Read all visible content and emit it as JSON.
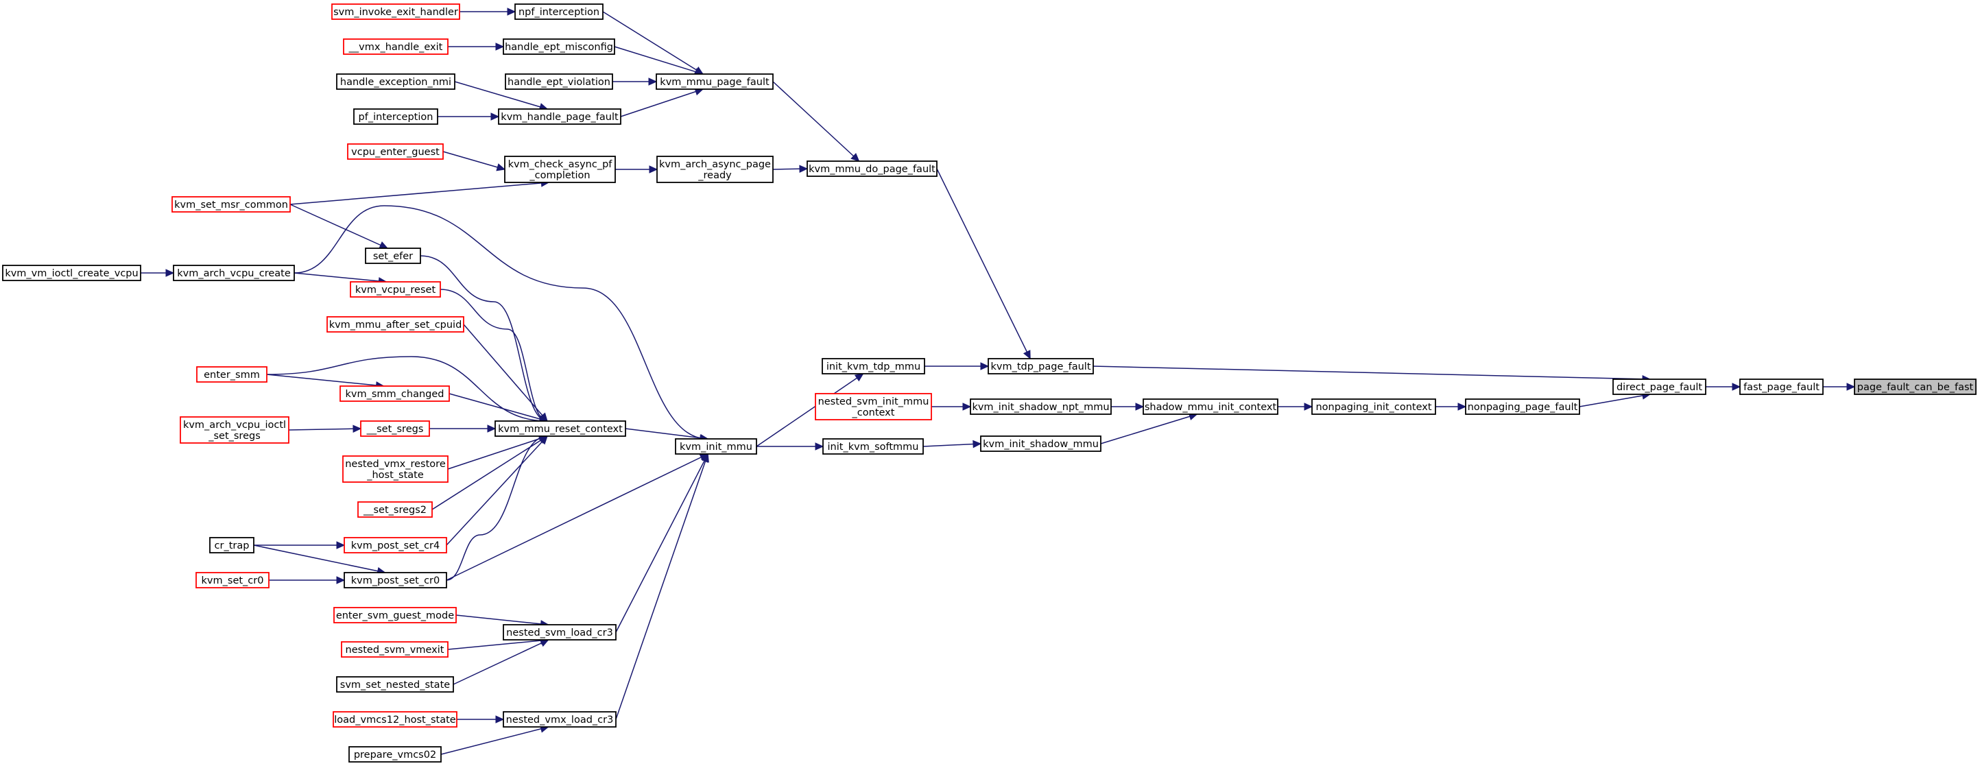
{
  "colors": {
    "edge": "#191970",
    "link_border": "#000000",
    "truncated_border": "#ff0000",
    "focus_fill": "#bfbfbf"
  },
  "nodes": {
    "svm_invoke_exit_handler": [
      "svm_invoke_exit_handler"
    ],
    "npf_interception": [
      "npf_interception"
    ],
    "vmx_handle_exit": [
      "__vmx_handle_exit"
    ],
    "handle_ept_misconfig": [
      "handle_ept_misconfig"
    ],
    "handle_exception_nmi": [
      "handle_exception_nmi"
    ],
    "handle_ept_violation": [
      "handle_ept_violation"
    ],
    "kvm_mmu_page_fault": [
      "kvm_mmu_page_fault"
    ],
    "pf_interception": [
      "pf_interception"
    ],
    "kvm_handle_page_fault": [
      "kvm_handle_page_fault"
    ],
    "vcpu_enter_guest": [
      "vcpu_enter_guest"
    ],
    "kvm_check_async_pf_completion": [
      "kvm_check_async_pf",
      "_completion"
    ],
    "kvm_arch_async_page_ready": [
      "kvm_arch_async_page",
      "_ready"
    ],
    "kvm_mmu_do_page_fault": [
      "kvm_mmu_do_page_fault"
    ],
    "kvm_set_msr_common": [
      "kvm_set_msr_common"
    ],
    "set_efer": [
      "set_efer"
    ],
    "kvm_vm_ioctl_create_vcpu": [
      "kvm_vm_ioctl_create_vcpu"
    ],
    "kvm_arch_vcpu_create": [
      "kvm_arch_vcpu_create"
    ],
    "kvm_vcpu_reset": [
      "kvm_vcpu_reset"
    ],
    "kvm_mmu_after_set_cpuid": [
      "kvm_mmu_after_set_cpuid"
    ],
    "enter_smm": [
      "enter_smm"
    ],
    "kvm_smm_changed": [
      "kvm_smm_changed"
    ],
    "kvm_arch_vcpu_ioctl_set_sregs": [
      "kvm_arch_vcpu_ioctl",
      "_set_sregs"
    ],
    "set_sregs": [
      "__set_sregs"
    ],
    "kvm_mmu_reset_context": [
      "kvm_mmu_reset_context"
    ],
    "nested_vmx_restore_host_state": [
      "nested_vmx_restore",
      "_host_state"
    ],
    "set_sregs2": [
      "__set_sregs2"
    ],
    "cr_trap": [
      "cr_trap"
    ],
    "kvm_post_set_cr4": [
      "kvm_post_set_cr4"
    ],
    "kvm_set_cr0": [
      "kvm_set_cr0"
    ],
    "kvm_post_set_cr0": [
      "kvm_post_set_cr0"
    ],
    "enter_svm_guest_mode": [
      "enter_svm_guest_mode"
    ],
    "nested_svm_vmexit": [
      "nested_svm_vmexit"
    ],
    "nested_svm_load_cr3": [
      "nested_svm_load_cr3"
    ],
    "svm_set_nested_state": [
      "svm_set_nested_state"
    ],
    "load_vmcs12_host_state": [
      "load_vmcs12_host_state"
    ],
    "nested_vmx_load_cr3": [
      "nested_vmx_load_cr3"
    ],
    "prepare_vmcs02": [
      "prepare_vmcs02"
    ],
    "kvm_init_mmu": [
      "kvm_init_mmu"
    ],
    "init_kvm_tdp_mmu": [
      "init_kvm_tdp_mmu"
    ],
    "kvm_tdp_page_fault": [
      "kvm_tdp_page_fault"
    ],
    "nested_svm_init_mmu_context": [
      "nested_svm_init_mmu",
      "_context"
    ],
    "kvm_init_shadow_npt_mmu": [
      "kvm_init_shadow_npt_mmu"
    ],
    "init_kvm_softmmu": [
      "init_kvm_softmmu"
    ],
    "kvm_init_shadow_mmu": [
      "kvm_init_shadow_mmu"
    ],
    "shadow_mmu_init_context": [
      "shadow_mmu_init_context"
    ],
    "nonpaging_init_context": [
      "nonpaging_init_context"
    ],
    "nonpaging_page_fault": [
      "nonpaging_page_fault"
    ],
    "direct_page_fault": [
      "direct_page_fault"
    ],
    "fast_page_fault": [
      "fast_page_fault"
    ],
    "page_fault_can_be_fast": [
      "page_fault_can_be_fast"
    ]
  },
  "edges": [
    [
      "svm_invoke_exit_handler",
      "npf_interception"
    ],
    [
      "npf_interception",
      "kvm_mmu_page_fault"
    ],
    [
      "vmx_handle_exit",
      "handle_ept_misconfig"
    ],
    [
      "handle_ept_misconfig",
      "kvm_mmu_page_fault"
    ],
    [
      "handle_ept_violation",
      "kvm_mmu_page_fault"
    ],
    [
      "kvm_handle_page_fault",
      "kvm_mmu_page_fault"
    ],
    [
      "handle_exception_nmi",
      "kvm_handle_page_fault"
    ],
    [
      "pf_interception",
      "kvm_handle_page_fault"
    ],
    [
      "kvm_mmu_page_fault",
      "kvm_mmu_do_page_fault"
    ],
    [
      "vcpu_enter_guest",
      "kvm_check_async_pf_completion"
    ],
    [
      "kvm_set_msr_common",
      "kvm_check_async_pf_completion"
    ],
    [
      "kvm_check_async_pf_completion",
      "kvm_arch_async_page_ready"
    ],
    [
      "kvm_arch_async_page_ready",
      "kvm_mmu_do_page_fault"
    ],
    [
      "kvm_mmu_do_page_fault",
      "kvm_tdp_page_fault"
    ],
    [
      "kvm_set_msr_common",
      "set_efer"
    ],
    [
      "kvm_vm_ioctl_create_vcpu",
      "kvm_arch_vcpu_create"
    ],
    [
      "kvm_arch_vcpu_create",
      "kvm_vcpu_reset"
    ],
    [
      "kvm_arch_vcpu_create",
      "kvm_init_mmu"
    ],
    [
      "set_efer",
      "kvm_mmu_reset_context"
    ],
    [
      "kvm_vcpu_reset",
      "kvm_mmu_reset_context"
    ],
    [
      "kvm_mmu_after_set_cpuid",
      "kvm_mmu_reset_context"
    ],
    [
      "enter_smm",
      "kvm_smm_changed"
    ],
    [
      "enter_smm",
      "kvm_mmu_reset_context"
    ],
    [
      "kvm_smm_changed",
      "kvm_mmu_reset_context"
    ],
    [
      "kvm_arch_vcpu_ioctl_set_sregs",
      "set_sregs"
    ],
    [
      "set_sregs",
      "kvm_mmu_reset_context"
    ],
    [
      "nested_vmx_restore_host_state",
      "kvm_mmu_reset_context"
    ],
    [
      "set_sregs2",
      "kvm_mmu_reset_context"
    ],
    [
      "kvm_post_set_cr4",
      "kvm_mmu_reset_context"
    ],
    [
      "kvm_post_set_cr0",
      "kvm_mmu_reset_context"
    ],
    [
      "cr_trap",
      "kvm_post_set_cr4"
    ],
    [
      "cr_trap",
      "kvm_post_set_cr0"
    ],
    [
      "kvm_set_cr0",
      "kvm_post_set_cr0"
    ],
    [
      "kvm_post_set_cr0",
      "kvm_init_mmu"
    ],
    [
      "kvm_mmu_reset_context",
      "kvm_init_mmu"
    ],
    [
      "enter_svm_guest_mode",
      "nested_svm_load_cr3"
    ],
    [
      "nested_svm_vmexit",
      "nested_svm_load_cr3"
    ],
    [
      "svm_set_nested_state",
      "nested_svm_load_cr3"
    ],
    [
      "nested_svm_load_cr3",
      "kvm_init_mmu"
    ],
    [
      "load_vmcs12_host_state",
      "nested_vmx_load_cr3"
    ],
    [
      "prepare_vmcs02",
      "nested_vmx_load_cr3"
    ],
    [
      "nested_vmx_load_cr3",
      "kvm_init_mmu"
    ],
    [
      "kvm_init_mmu",
      "init_kvm_tdp_mmu"
    ],
    [
      "kvm_init_mmu",
      "init_kvm_softmmu"
    ],
    [
      "init_kvm_tdp_mmu",
      "kvm_tdp_page_fault"
    ],
    [
      "kvm_tdp_page_fault",
      "direct_page_fault"
    ],
    [
      "nested_svm_init_mmu_context",
      "kvm_init_shadow_npt_mmu"
    ],
    [
      "kvm_init_shadow_npt_mmu",
      "shadow_mmu_init_context"
    ],
    [
      "init_kvm_softmmu",
      "kvm_init_shadow_mmu"
    ],
    [
      "kvm_init_shadow_mmu",
      "shadow_mmu_init_context"
    ],
    [
      "shadow_mmu_init_context",
      "nonpaging_init_context"
    ],
    [
      "nonpaging_init_context",
      "nonpaging_page_fault"
    ],
    [
      "nonpaging_page_fault",
      "direct_page_fault"
    ],
    [
      "direct_page_fault",
      "fast_page_fault"
    ],
    [
      "fast_page_fault",
      "page_fault_can_be_fast"
    ]
  ]
}
